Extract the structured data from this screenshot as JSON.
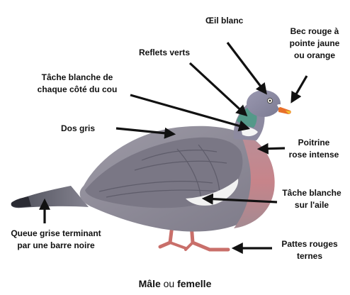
{
  "labels": {
    "oeil": "Œil blanc",
    "bec": [
      "Bec rouge à",
      "pointe jaune",
      "ou orange"
    ],
    "reflets": "Reflets verts",
    "tache_cou": [
      "Tâche blanche de",
      "chaque côté du cou"
    ],
    "dos": "Dos gris",
    "poitrine": [
      "Poitrine",
      "rose intense"
    ],
    "tache_aile": [
      "Tâche blanche",
      "sur l'aile"
    ],
    "queue": [
      "Queue grise terminant",
      "par une barre noire"
    ],
    "pattes": [
      "Pattes rouges",
      "ternes"
    ]
  },
  "caption": {
    "male": "Mâle",
    "connector": "ou",
    "female": "femelle"
  },
  "colors": {
    "body_grey": "#8e8b97",
    "wing_grey": "#7a7785",
    "breast_pink": "#c7848a",
    "neck_green": "#4e9a86",
    "beak": "#e8702a",
    "legs": "#c96f6a",
    "text": "#111111"
  }
}
